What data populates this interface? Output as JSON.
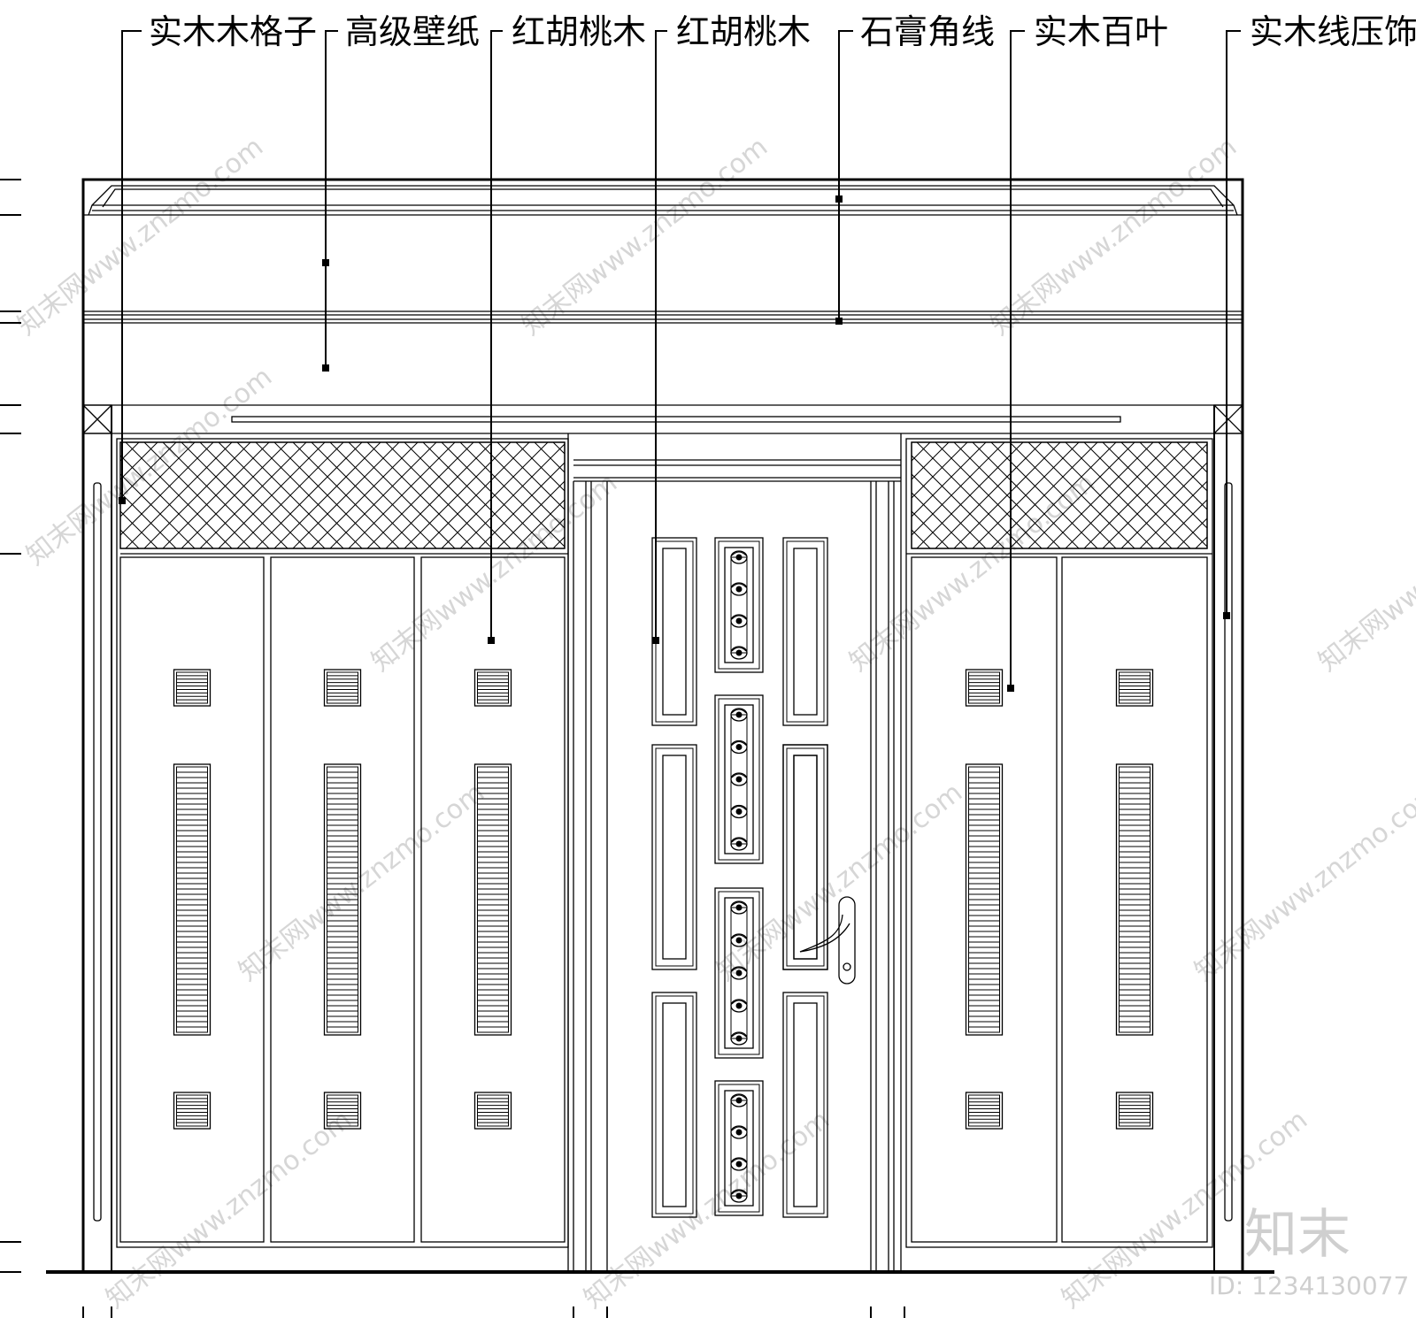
{
  "callouts": [
    {
      "id": "c1",
      "text": "实木木格子"
    },
    {
      "id": "c2",
      "text": "高级壁纸"
    },
    {
      "id": "c3",
      "text": "红胡桃木"
    },
    {
      "id": "c4",
      "text": "红胡桃木"
    },
    {
      "id": "c5",
      "text": "石膏角线"
    },
    {
      "id": "c6",
      "text": "实木百叶"
    },
    {
      "id": "c7",
      "text": "实木线压饰"
    }
  ],
  "watermark": {
    "text": "知末网www.znzmo.com",
    "brand": "知末",
    "id_label": "ID: 1234130077"
  }
}
